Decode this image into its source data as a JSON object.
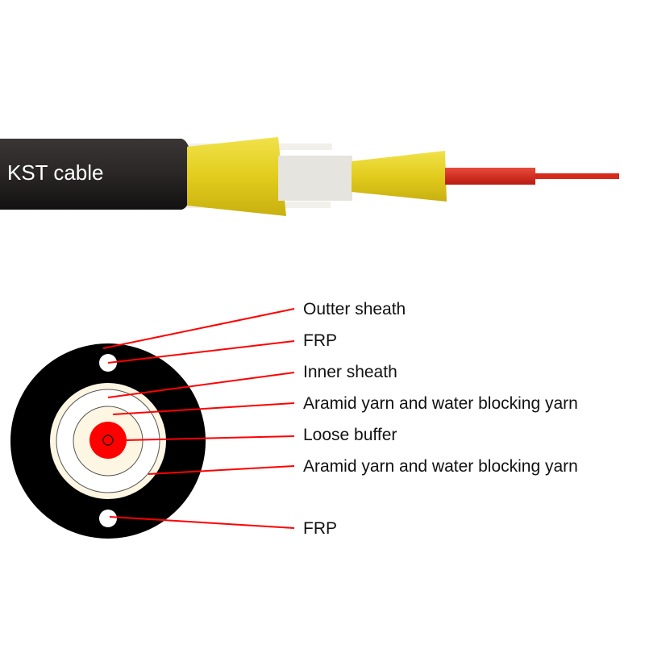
{
  "cable_print": "KST cable",
  "labels": [
    "Outter sheath",
    "FRP",
    "Inner sheath",
    "Aramid yarn and water blocking yarn",
    "Loose buffer",
    "Aramid yarn and water blocking yarn",
    "FRP"
  ],
  "colors": {
    "sheath": "#1f1c1c",
    "yarn": "#e8d62a",
    "buffer": "#d8261c",
    "leader": "#ff0000",
    "cream": "#fdf6e3"
  }
}
